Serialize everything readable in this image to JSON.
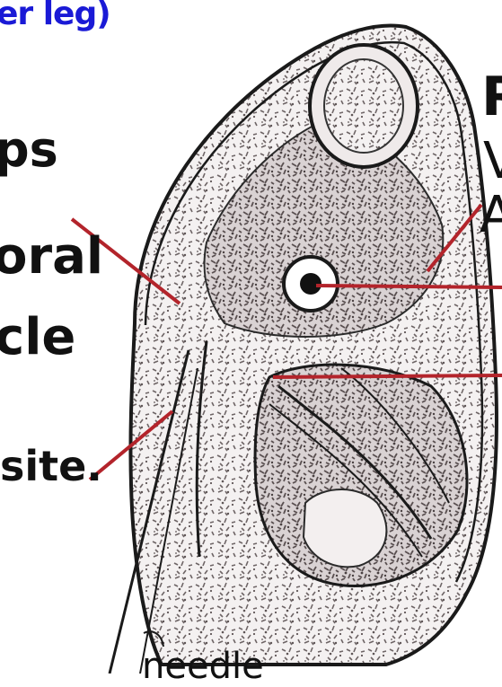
{
  "caption": "er leg)",
  "labels": {
    "ps": "ps",
    "oral": "oral",
    "cle": "cle",
    "site": "site.",
    "needle": "needle",
    "right_r": "R",
    "right_v": "V",
    "right_a": "A"
  },
  "colors": {
    "pointer_line": "#b3242b",
    "outline": "#1a1a1a",
    "muscle_fill": "#8a7f80",
    "caption_text": "#1a1ad6"
  }
}
